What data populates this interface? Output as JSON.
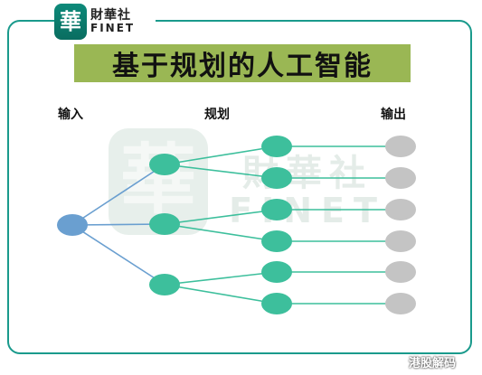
{
  "logo": {
    "mark": "華",
    "name_cn": "財華社",
    "name_en": "FINET"
  },
  "title": "基于规划的人工智能",
  "columns": {
    "input": "输入",
    "plan": "规划",
    "output": "输出"
  },
  "watermark": {
    "mark": "華",
    "name_cn": "財華社",
    "name_en": "FINET"
  },
  "footer": "港股解码",
  "colors": {
    "frame": "#1a9a8c",
    "title_bg": "#9ab754",
    "input_node": "#6a9fd0",
    "plan_node": "#3dbf9c",
    "output_node": "#c4c4c4",
    "edge_input": "#6a9fd0",
    "edge_plan": "#3dbf9c"
  },
  "diagram": {
    "input_nodes": 1,
    "level1_nodes": 3,
    "level2_nodes": 6,
    "output_nodes": 6
  }
}
